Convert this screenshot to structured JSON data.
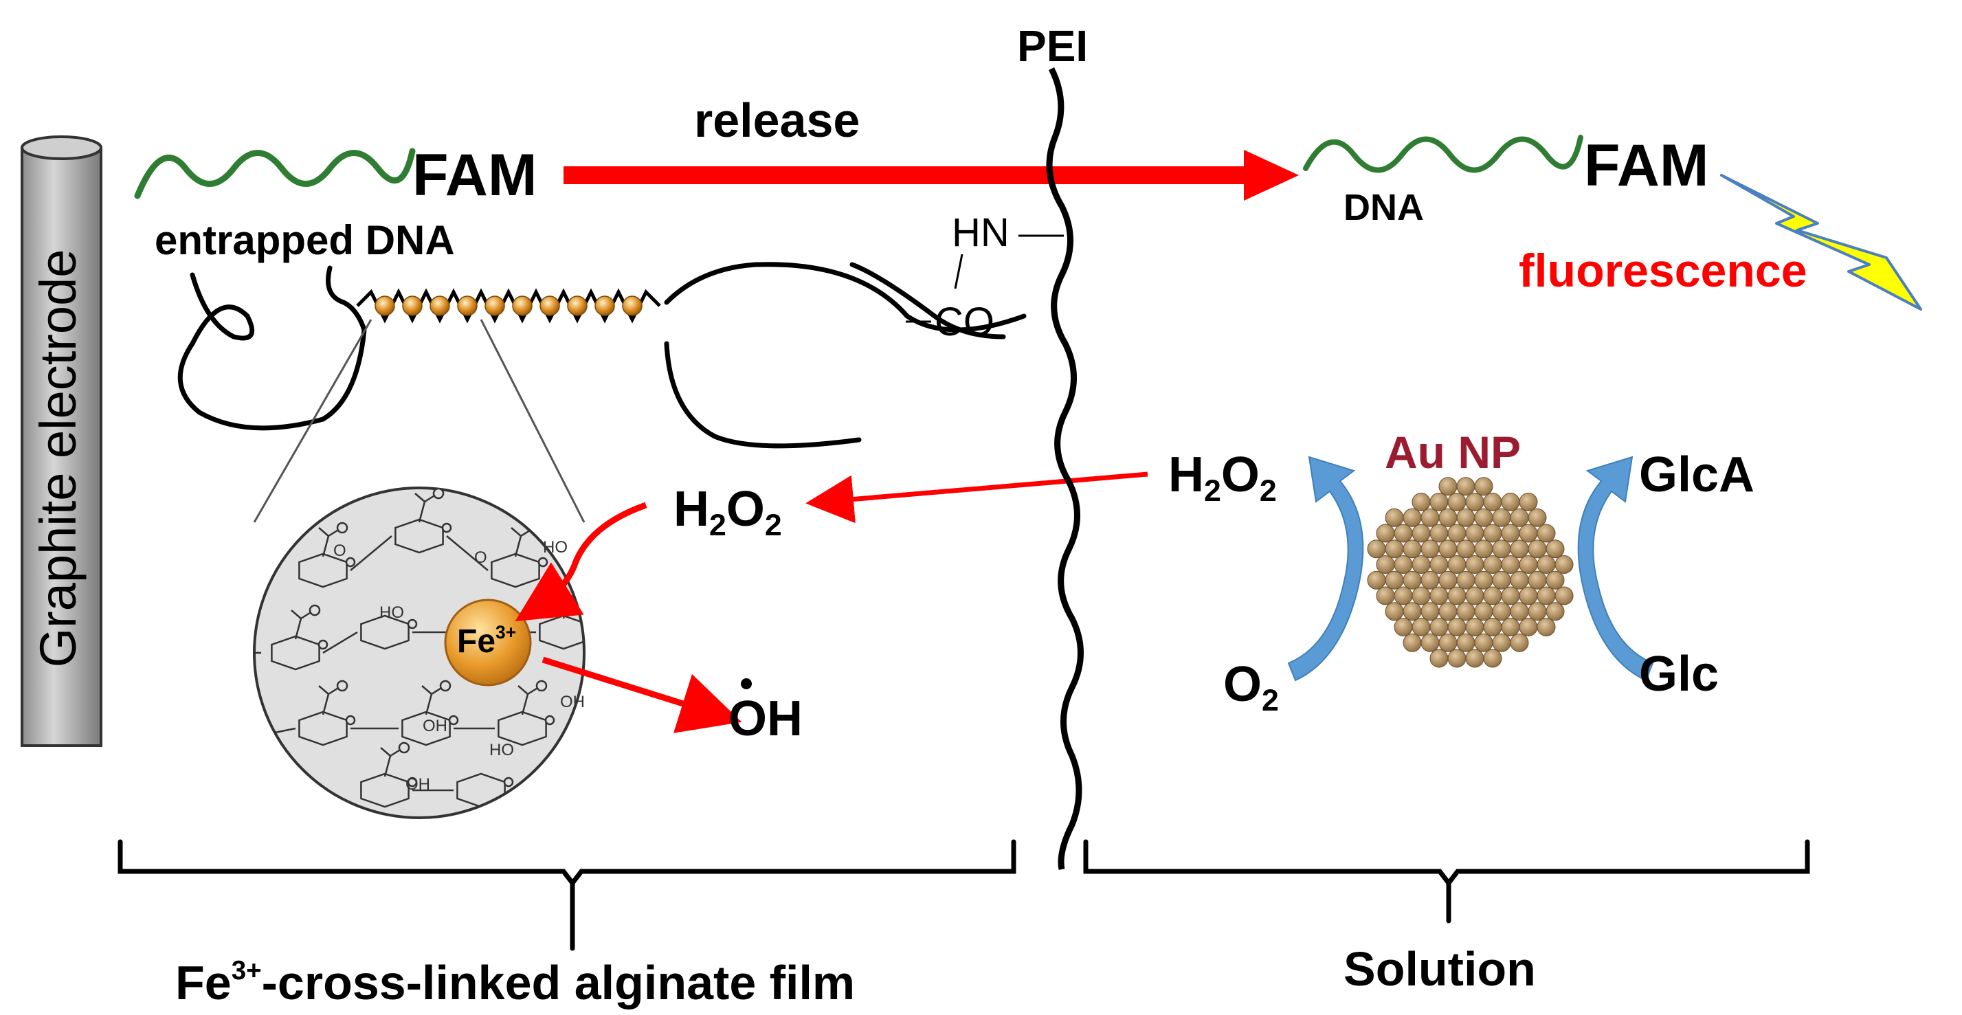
{
  "colors": {
    "release_arrow": "#ff0000",
    "fluorescence_text": "#ff0000",
    "dna_strand": "#2e7d32",
    "au_np_label": "#9b1b30",
    "au_np_particle": "#a8845a",
    "flow_arrows": "#5b9bd5",
    "bolt": "#ffff00",
    "electrode": "#b8b8b8",
    "zoom_circle": "#e0e0e0",
    "fe_ball": "#e89a2c"
  },
  "electrode": {
    "label": "Graphite electrode",
    "icon": "graphite-rod"
  },
  "labels": {
    "pei": "PEI",
    "release": "release",
    "fam_left": "FAM",
    "entrapped_dna": "entrapped DNA",
    "fam_right": "FAM",
    "dna_right": "DNA",
    "fluorescence": "fluorescence",
    "hn": "HN",
    "co": "CO",
    "au_np": "Au NP",
    "glca": "GlcA",
    "glc": "Glc",
    "fe": "Fe",
    "fe_charge": "3+"
  },
  "species": {
    "h2o2_left": {
      "main": "H",
      "sub1": "2",
      "mid": "O",
      "sub2": "2"
    },
    "h2o2_right": {
      "main": "H",
      "sub1": "2",
      "mid": "O",
      "sub2": "2"
    },
    "o2": {
      "main": "O",
      "sub": "2"
    },
    "oh": "OH"
  },
  "braces": {
    "left_prefix": "Fe",
    "left_sup": "3+",
    "left_suffix": "-cross-linked alginate film",
    "right": "Solution"
  },
  "alginate_groups": {
    "hydroxyl": "HO",
    "hydroxyl_alt": "OH",
    "ring_oxygen": "O"
  }
}
